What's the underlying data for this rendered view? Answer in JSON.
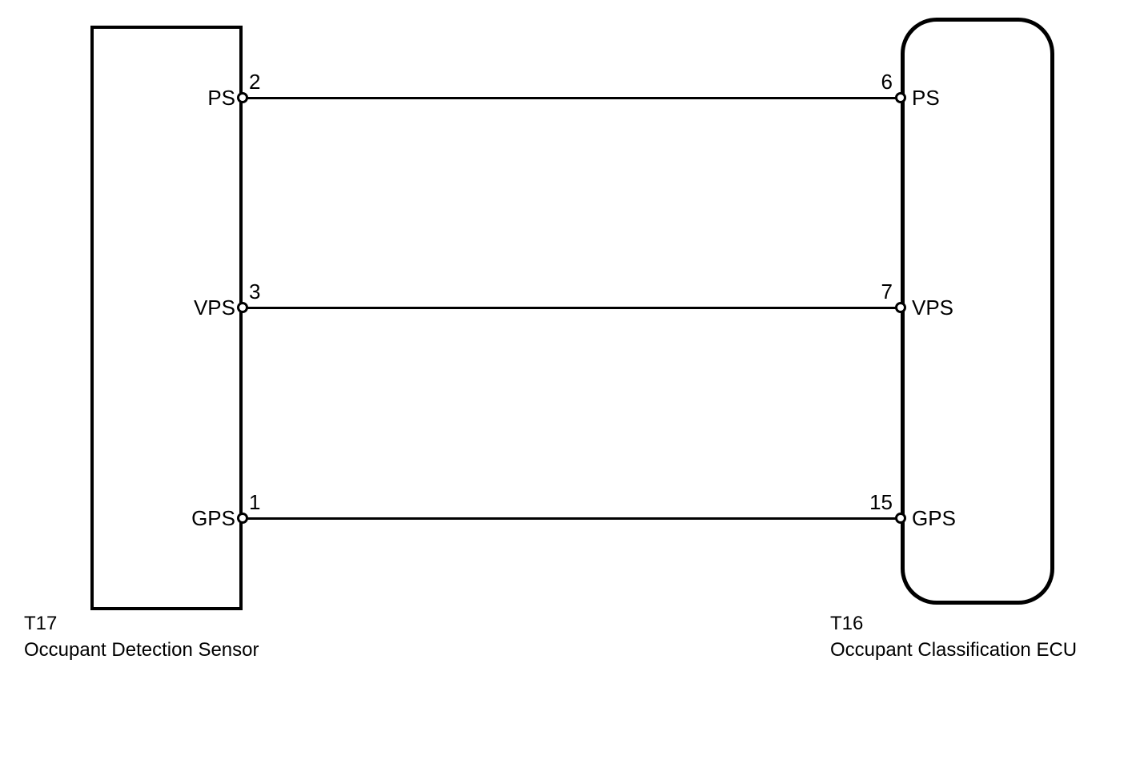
{
  "diagram": {
    "type": "wiring-diagram",
    "background_color": "#ffffff",
    "line_color": "#000000",
    "left_connector": {
      "id": "T17",
      "name": "Occupant Detection Sensor",
      "shape": "rectangle",
      "pins": [
        {
          "number": "2",
          "label": "PS"
        },
        {
          "number": "3",
          "label": "VPS"
        },
        {
          "number": "1",
          "label": "GPS"
        }
      ]
    },
    "right_connector": {
      "id": "T16",
      "name": "Occupant Classification ECU",
      "shape": "rounded-rectangle",
      "pins": [
        {
          "number": "6",
          "label": "PS"
        },
        {
          "number": "7",
          "label": "VPS"
        },
        {
          "number": "15",
          "label": "GPS"
        }
      ]
    },
    "wires": [
      {
        "signal": "PS",
        "from": "T17 pin 2",
        "to": "T16 pin 6"
      },
      {
        "signal": "VPS",
        "from": "T17 pin 3",
        "to": "T16 pin 7"
      },
      {
        "signal": "GPS",
        "from": "T17 pin 1",
        "to": "T16 pin 15"
      }
    ]
  }
}
